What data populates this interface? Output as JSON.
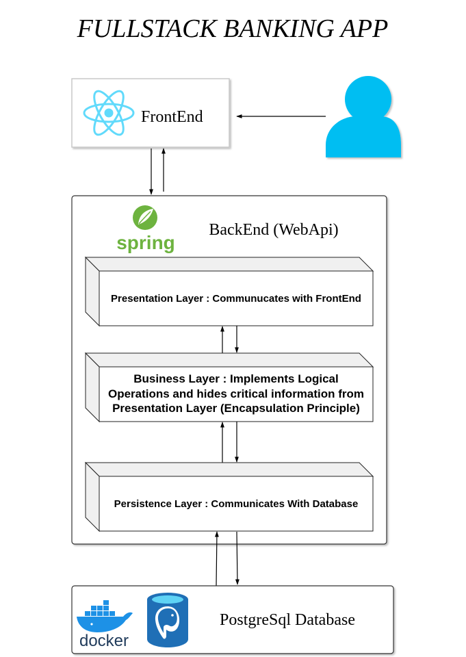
{
  "title": "FULLSTACK BANKING APP",
  "frontend": {
    "label": "FrontEnd",
    "icon": "react-atom-icon",
    "color": "#61DAFB"
  },
  "user": {
    "icon": "user-person-icon",
    "color": "#00BEF2"
  },
  "backend": {
    "label": "BackEnd (WebApi)",
    "logo": {
      "icon": "spring-leaf-icon",
      "text": "spring",
      "color": "#6DB33F"
    }
  },
  "layers": {
    "presentation": "Presentation Layer : Communucates with FrontEnd",
    "business": {
      "line1": "Business Layer : Implements Logical",
      "line2": "Operations and hides critical information from",
      "line3": "Presentation Layer (Encapsulation Principle)"
    },
    "persistence": "Persistence Layer : Communicates With Database"
  },
  "database": {
    "label": "PostgreSql Database",
    "docker": {
      "icon": "docker-whale-icon",
      "text": "docker",
      "color": "#1D91E6",
      "text_color": "#1F3A5A"
    },
    "postgres": {
      "icon": "postgres-database-icon",
      "color": "#1F6FB6"
    }
  }
}
